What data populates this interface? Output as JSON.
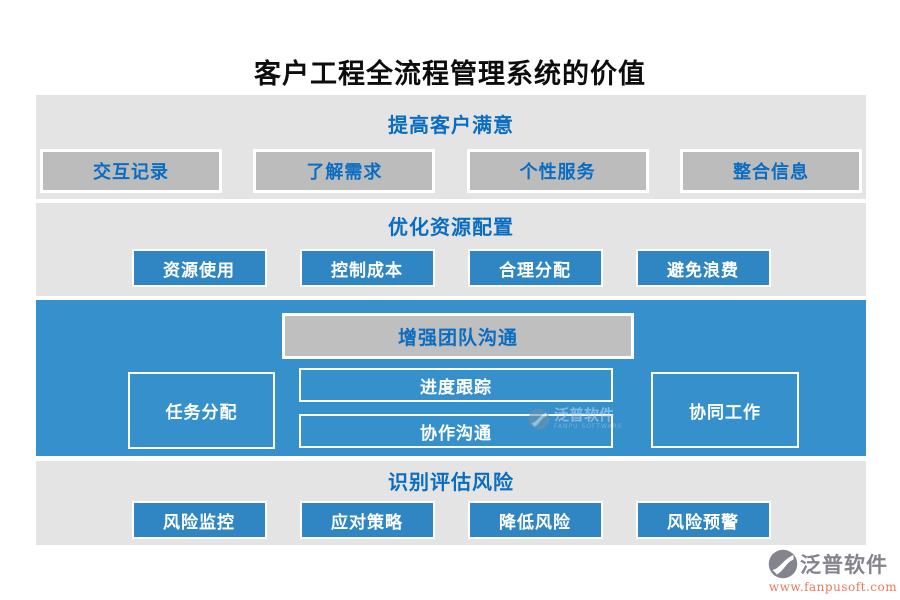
{
  "title": "客户工程全流程管理系统的价值",
  "sections": [
    {
      "id": "customer-satisfaction",
      "header": "提高客户满意",
      "items": [
        "交互记录",
        "了解需求",
        "个性服务",
        "整合信息"
      ]
    },
    {
      "id": "resource-allocation",
      "header": "优化资源配置",
      "items": [
        "资源使用",
        "控制成本",
        "合理分配",
        "避免浪费"
      ]
    },
    {
      "id": "team-communication",
      "header": "增强团队沟通",
      "left_box": "任务分配",
      "middle_boxes": [
        "进度跟踪",
        "协作沟通"
      ],
      "right_box": "协同工作"
    },
    {
      "id": "risk-assessment",
      "header": "识别评估风险",
      "items": [
        "风险监控",
        "应对策略",
        "降低风险",
        "风险预警"
      ]
    }
  ],
  "watermark": {
    "name": "泛普软件",
    "sub": "FANPU SOFTWARE"
  },
  "footer": {
    "brand": "泛普软件",
    "url": "www.fanpusoft.com",
    "logo_icon": "fanpu-circle-logo"
  },
  "colors": {
    "section_blue": "#3590cb",
    "button_blue": "#2f86c3",
    "section_gray": "#e4e4e4",
    "button_gray": "#bcbcbc",
    "text_blue": "#0b6dc1",
    "title_black": "#0d0d0d",
    "brand_gray": "#84848e",
    "url_orange": "#e8795a"
  }
}
